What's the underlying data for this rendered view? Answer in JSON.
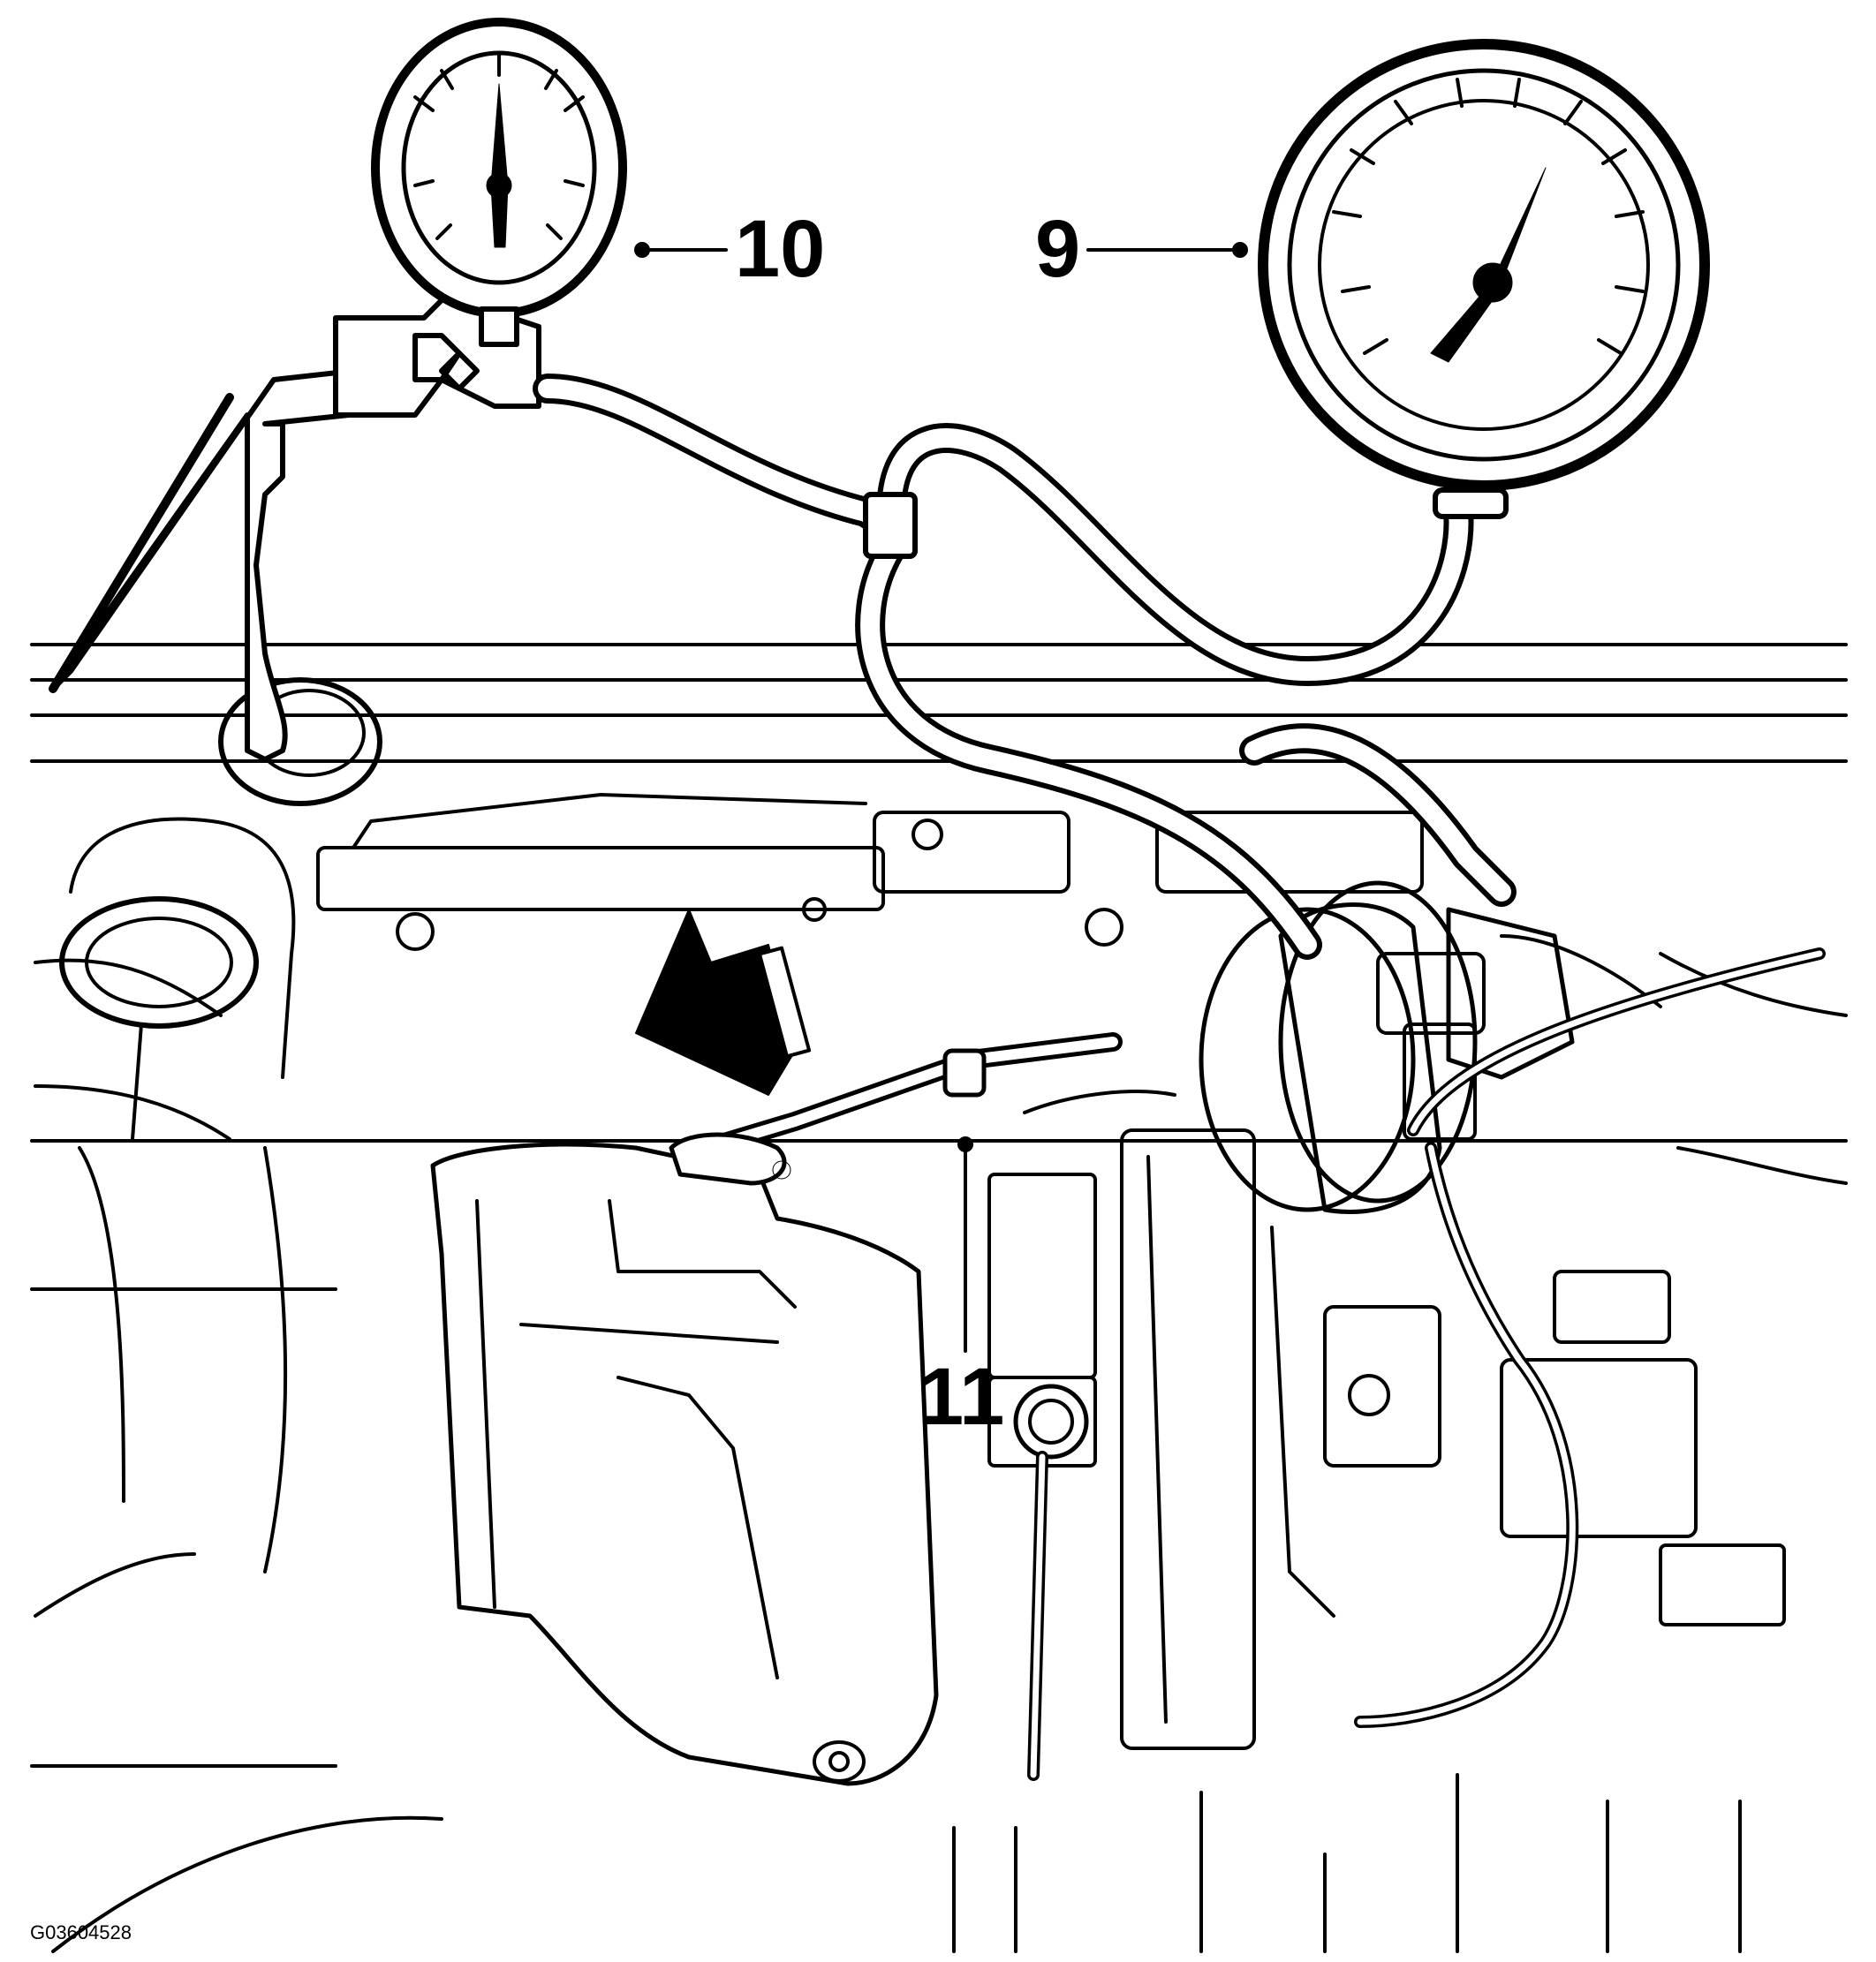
{
  "diagram": {
    "callouts": {
      "gauge_small": "10",
      "gauge_large": "9",
      "fuel_line": "11"
    },
    "figure_id": "G03604528"
  },
  "colors": {
    "ink": "#000000",
    "paper": "#ffffff"
  },
  "icons": {
    "small_gauge": "pressure-gauge-icon",
    "large_gauge": "pressure-gauge-icon",
    "arrow": "direction-arrow-icon"
  }
}
